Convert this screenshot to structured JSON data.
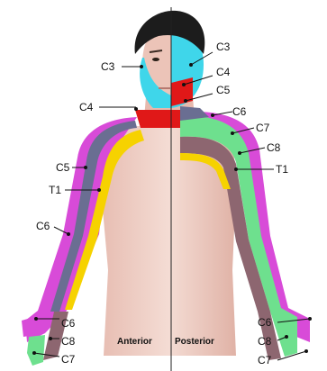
{
  "views": {
    "anterior": "Anterior",
    "posterior": "Posterior"
  },
  "labels": {
    "anterior": {
      "c3": "C3",
      "c4": "C4",
      "c5": "C5",
      "t1": "T1",
      "c6_arm": "C6",
      "c6_hand": "C6",
      "c8": "C8",
      "c7": "C7"
    },
    "posterior": {
      "c3": "C3",
      "c4": "C4",
      "c5": "C5",
      "c6_shoulder": "C6",
      "c7_shoulder": "C7",
      "c8": "C8",
      "t1": "T1",
      "c6_hand": "C6",
      "c8_hand": "C8",
      "c7_hand": "C7"
    }
  },
  "colors": {
    "C3": "#3fd6ea",
    "C4": "#e01818",
    "C5": "#6a6e92",
    "C6": "#d84bd8",
    "C7": "#6ee08e",
    "C8": "#8d6670",
    "T1": "#f6d200",
    "skin": "#e9c3b8",
    "hair": "#1c1c1c"
  }
}
